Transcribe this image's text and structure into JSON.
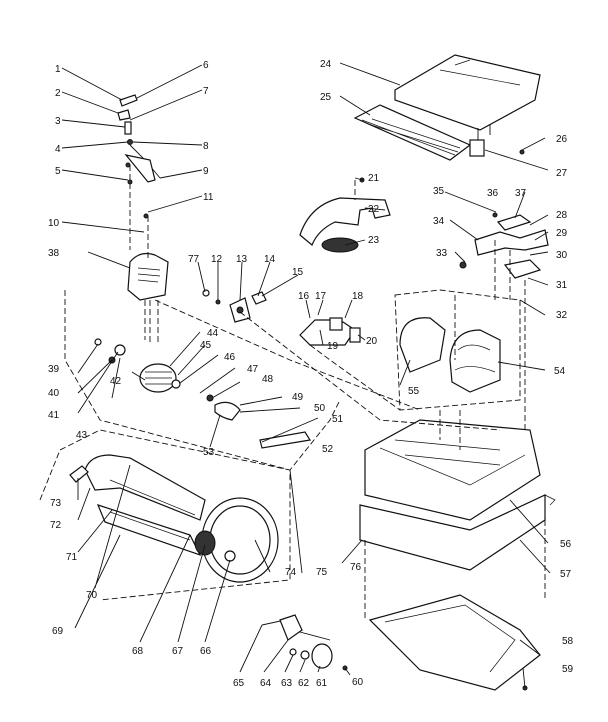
{
  "diagram": {
    "type": "exploded-parts-diagram",
    "callouts": [
      "1",
      "2",
      "3",
      "4",
      "5",
      "6",
      "7",
      "8",
      "9",
      "10",
      "11",
      "12",
      "13",
      "14",
      "15",
      "16",
      "17",
      "18",
      "19",
      "20",
      "21",
      "22",
      "23",
      "24",
      "25",
      "26",
      "27",
      "28",
      "29",
      "30",
      "31",
      "32",
      "33",
      "34",
      "35",
      "36",
      "37",
      "38",
      "39",
      "40",
      "41",
      "42",
      "43",
      "44",
      "45",
      "46",
      "47",
      "48",
      "49",
      "50",
      "51",
      "52",
      "53",
      "54",
      "55",
      "56",
      "57",
      "58",
      "59",
      "60",
      "61",
      "62",
      "63",
      "64",
      "65",
      "66",
      "67",
      "68",
      "69",
      "70",
      "71",
      "72",
      "73",
      "74",
      "75",
      "76",
      "77"
    ]
  }
}
